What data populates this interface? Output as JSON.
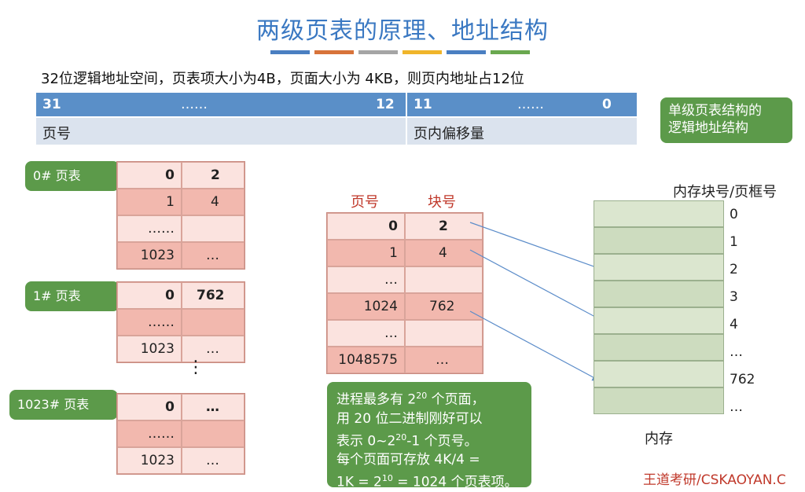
{
  "title": "两级页表的原理、地址结构",
  "stripe_colors": [
    "#4a7fc1",
    "#d8733a",
    "#a5a5a5",
    "#f0b52a",
    "#4a7fc1",
    "#6aa84f"
  ],
  "description": "32位逻辑地址空间，页表项大小为4B，页面大小为 4KB，则页内地址占12位",
  "address_bar": {
    "left_hi": "31",
    "left_dots": "……",
    "left_lo": "12",
    "right_hi": "11",
    "right_dots": "……",
    "right_lo": "0",
    "page_number": "页号",
    "page_offset": "页内偏移量"
  },
  "single_level_callout": [
    "单级页表结构的",
    "逻辑地址结构"
  ],
  "tables": [
    {
      "tag": "0# 页表",
      "rows": [
        [
          "0",
          "2"
        ],
        [
          "1",
          "4"
        ],
        [
          "……",
          ""
        ],
        [
          "1023",
          "…"
        ]
      ]
    },
    {
      "tag": "1# 页表",
      "rows": [
        [
          "0",
          "762"
        ],
        [
          "……",
          ""
        ],
        [
          "1023",
          "…"
        ]
      ]
    },
    {
      "tag": "1023# 页表",
      "rows": [
        [
          "0",
          "…"
        ],
        [
          "……",
          ""
        ],
        [
          "1023",
          "…"
        ]
      ]
    }
  ],
  "vertical_dots": "⋮",
  "big_table": {
    "col_page": "页号",
    "col_block": "块号",
    "rows": [
      [
        "0",
        "2"
      ],
      [
        "1",
        "4"
      ],
      [
        "…",
        ""
      ],
      [
        "1024",
        "762"
      ],
      [
        "…",
        ""
      ],
      [
        "1048575",
        "…"
      ]
    ]
  },
  "memory": {
    "header": "内存块号/页框号",
    "labels": [
      "0",
      "1",
      "2",
      "3",
      "4",
      "…",
      "762",
      "…"
    ],
    "footer": "内存"
  },
  "note": {
    "l1a": "进程最多有 2",
    "l1sup": "20",
    "l1b": " 个页面，",
    "l2": "用 20 位二进制刚好可以",
    "l3a": "表示 0~2",
    "l3sup": "20",
    "l3b": "-1 个页号。",
    "l4": "每个页面可存放 4K/4 =",
    "l5a": "1K = 2",
    "l5sup": "10",
    "l5b": " = 1024 个页表项。"
  },
  "logo": "王道考研/CSKAOYAN.C"
}
